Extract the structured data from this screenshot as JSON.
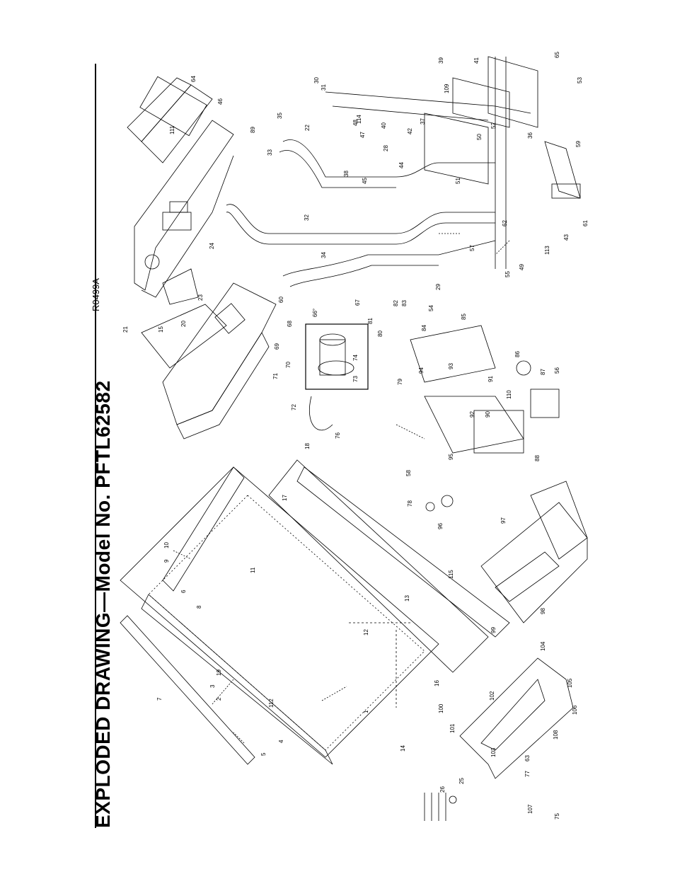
{
  "header": {
    "title": "EXPLODED DRAWING—Model No. PFTL62582",
    "drawing_code": "R0499A"
  },
  "callouts": [
    "1",
    "2",
    "3",
    "4",
    "5",
    "6",
    "7",
    "8",
    "9",
    "10",
    "11",
    "12",
    "13",
    "14",
    "15",
    "16",
    "17",
    "18",
    "19",
    "20",
    "21",
    "22",
    "23",
    "24",
    "25",
    "26",
    "28",
    "29",
    "30",
    "31",
    "32",
    "33",
    "34",
    "35",
    "36",
    "37",
    "38",
    "39",
    "40",
    "41",
    "42",
    "43",
    "44",
    "45",
    "46",
    "47",
    "48",
    "49",
    "50",
    "51",
    "52",
    "53",
    "54",
    "55",
    "56",
    "57",
    "58",
    "59",
    "60",
    "61",
    "62",
    "63",
    "64",
    "65",
    "67",
    "68",
    "69",
    "70",
    "71",
    "72",
    "73",
    "74",
    "75",
    "76",
    "77",
    "78",
    "79",
    "80",
    "81",
    "82",
    "83",
    "84",
    "85",
    "86",
    "87",
    "88",
    "89",
    "90",
    "91",
    "92",
    "93",
    "94",
    "95",
    "96",
    "97",
    "98",
    "99",
    "100",
    "101",
    "102",
    "103",
    "104",
    "105",
    "106",
    "107",
    "108",
    "109",
    "110",
    "111",
    "112",
    "113",
    "114",
    "115"
  ],
  "angle_note": "66°"
}
